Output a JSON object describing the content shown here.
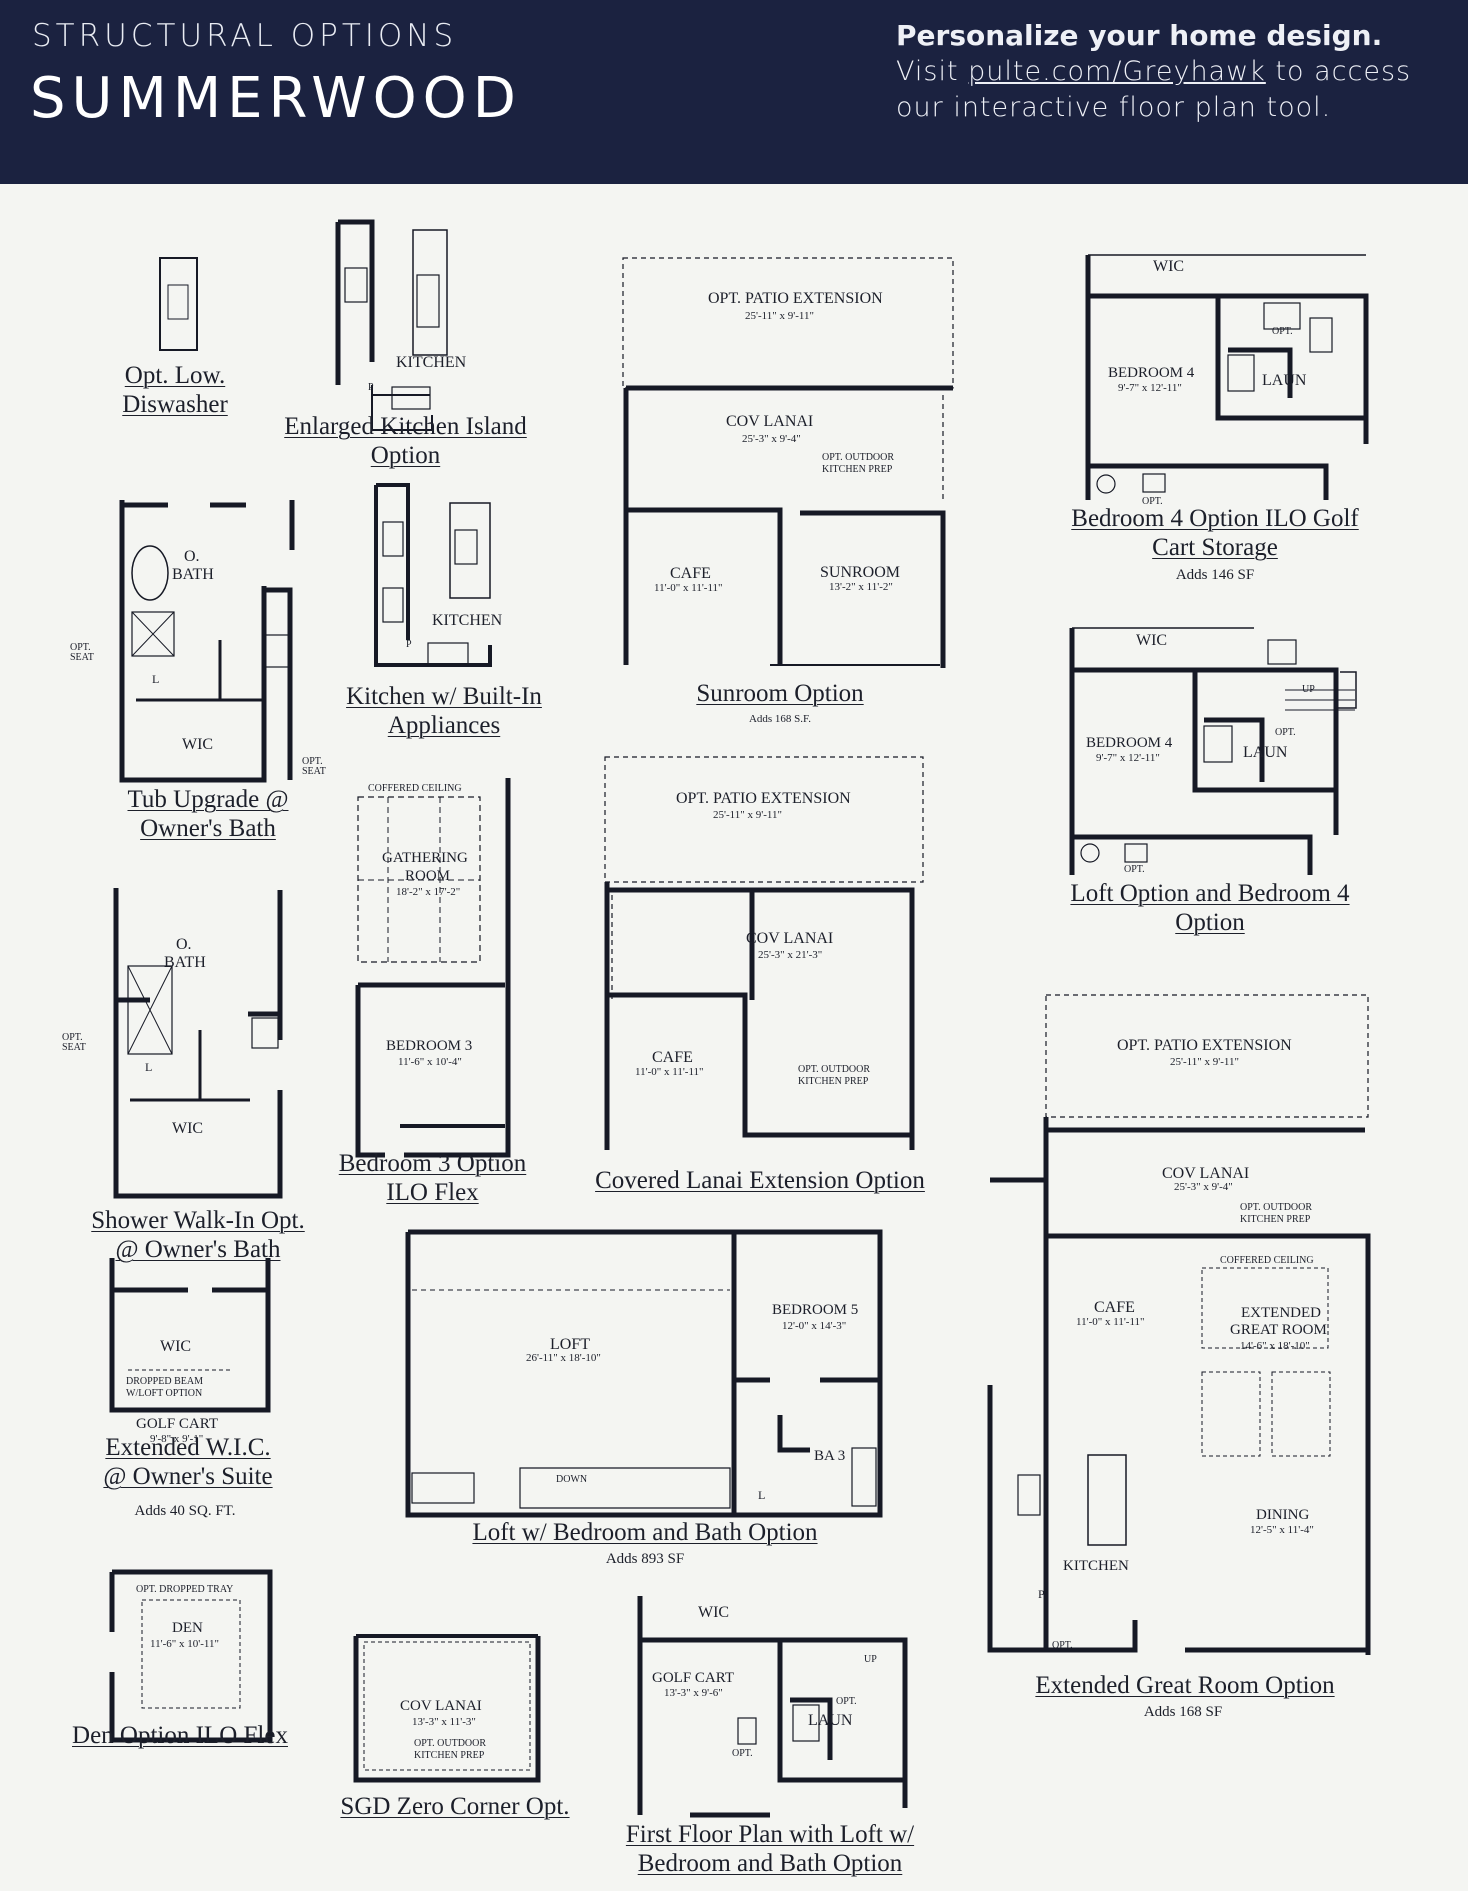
{
  "header": {
    "kicker": "STRUCTURAL OPTIONS",
    "title": "SUMMERWOOD",
    "tagline": "Personalize your home design.",
    "visit_prefix": "Visit ",
    "link": "pulte.com/Greyhawk",
    "visit_suffix": " to access",
    "line3": "our interactive floor plan tool."
  },
  "options": {
    "dishwasher": {
      "caption1": "Opt. Low.",
      "caption2": "Diswasher"
    },
    "enlarged_island": {
      "caption1": "Enlarged Kitchen Island",
      "caption2": "Option",
      "kitchen": "KITCHEN",
      "p": "P"
    },
    "sunroom": {
      "caption": "Sunroom Option",
      "adds": "Adds 168 S.F.",
      "patio": "OPT. PATIO EXTENSION",
      "patio_dim": "25'-11\" x 9'-11\"",
      "lanai": "COV LANAI",
      "lanai_dim": "25'-3\" x 9'-4\"",
      "outdoor1": "OPT. OUTDOOR",
      "outdoor2": "KITCHEN PREP",
      "cafe": "CAFE",
      "cafe_dim": "11'-0\" x 11'-11\"",
      "sunroom": "SUNROOM",
      "sunroom_dim": "13'-2\" x 11'-2\""
    },
    "bedroom4_golf": {
      "caption1": "Bedroom 4 Option ILO Golf",
      "caption2": "Cart Storage",
      "adds": "Adds 146 SF",
      "wic": "WIC",
      "bedroom": "BEDROOM 4",
      "bedroom_dim": "9'-7\" x 12'-11\"",
      "laun": "LAUN",
      "opt": "OPT."
    },
    "tub_upgrade": {
      "caption1": "Tub Upgrade @",
      "caption2": "Owner's Bath",
      "obath1": "O.",
      "obath2": "BATH",
      "wic": "WIC",
      "opt_seat1": "OPT.",
      "opt_seat2": "SEAT",
      "opt_seat3": "OPT.",
      "opt_seat4": "SEAT",
      "l": "L"
    },
    "builtin": {
      "caption1": "Kitchen w/ Built-In",
      "caption2": "Appliances",
      "kitchen": "KITCHEN",
      "p": "P"
    },
    "loft_bedroom4": {
      "caption1": "Loft Option and Bedroom 4",
      "caption2": "Option",
      "wic": "WIC",
      "bedroom": "BEDROOM 4",
      "bedroom_dim": "9'-7\" x 12'-11\"",
      "laun": "LAUN",
      "up": "UP",
      "opt": "OPT."
    },
    "bedroom3": {
      "caption1": "Bedroom 3 Option",
      "caption2": "ILO Flex",
      "coffered": "COFFERED CEILING",
      "gathering1": "GATHERING",
      "gathering2": "ROOM",
      "gathering_dim": "18'-2\" x 17'-2\"",
      "bedroom": "BEDROOM 3",
      "bedroom_dim": "11'-6\" x 10'-4\""
    },
    "lanai_ext": {
      "caption": "Covered Lanai Extension Option",
      "patio": "OPT. PATIO EXTENSION",
      "patio_dim": "25'-11\" x 9'-11\"",
      "lanai": "COV LANAI",
      "lanai_dim": "25'-3\" x 21'-3\"",
      "cafe": "CAFE",
      "cafe_dim": "11'-0\" x 11'-11\"",
      "outdoor1": "OPT. OUTDOOR",
      "outdoor2": "KITCHEN PREP"
    },
    "shower": {
      "caption1": "Shower Walk-In Opt.",
      "caption2": "@ Owner's Bath",
      "obath1": "O.",
      "obath2": "BATH",
      "wic": "WIC",
      "opt_seat1": "OPT.",
      "opt_seat2": "SEAT",
      "l": "L"
    },
    "extended_wic": {
      "caption1": "Extended W.I.C.",
      "caption2": "@ Owner's Suite",
      "adds": "Adds 40 SQ. FT.",
      "wic": "WIC",
      "beam1": "DROPPED BEAM",
      "beam2": "W/LOFT OPTION",
      "golf": "GOLF CART",
      "golf_dim": "9'-8\" x 9'-1\""
    },
    "loft_bed_bath": {
      "caption": "Loft w/ Bedroom and Bath Option",
      "adds": "Adds 893 SF",
      "loft": "LOFT",
      "loft_dim": "26'-11\" x 18'-10\"",
      "bedroom": "BEDROOM 5",
      "bedroom_dim": "12'-0\" x 14'-3\"",
      "ba": "BA 3",
      "down": "DOWN",
      "l": "L"
    },
    "great_room": {
      "caption": "Extended Great Room Option",
      "adds": "Adds 168 SF",
      "patio": "OPT. PATIO EXTENSION",
      "patio_dim": "25'-11\" x 9'-11\"",
      "lanai": "COV LANAI",
      "lanai_dim": "25'-3\" x 9'-4\"",
      "outdoor1": "OPT. OUTDOOR",
      "outdoor2": "KITCHEN PREP",
      "coffered": "COFFERED CEILING",
      "cafe": "CAFE",
      "cafe_dim": "11'-0\" x 11'-11\"",
      "great1": "EXTENDED",
      "great2": "GREAT ROOM",
      "great_dim": "14'-6\" x 18'-10\"",
      "dining": "DINING",
      "dining_dim": "12'-5\" x 11'-4\"",
      "kitchen": "KITCHEN",
      "p": "P",
      "opt": "OPT."
    },
    "den": {
      "caption": "Den Option ILO Flex",
      "tray": "OPT. DROPPED TRAY",
      "den": "DEN",
      "den_dim": "11'-6\" x 10'-11\""
    },
    "sgd": {
      "caption": "SGD Zero Corner Opt.",
      "lanai": "COV LANAI",
      "lanai_dim": "13'-3\" x 11'-3\"",
      "outdoor1": "OPT. OUTDOOR",
      "outdoor2": "KITCHEN PREP"
    },
    "first_floor": {
      "caption1": "First Floor Plan with Loft w/",
      "caption2": "Bedroom and Bath Option",
      "wic": "WIC",
      "golf": "GOLF CART",
      "golf_dim": "13'-3\" x 9'-6\"",
      "laun": "LAUN",
      "up": "UP",
      "opt": "OPT."
    }
  }
}
